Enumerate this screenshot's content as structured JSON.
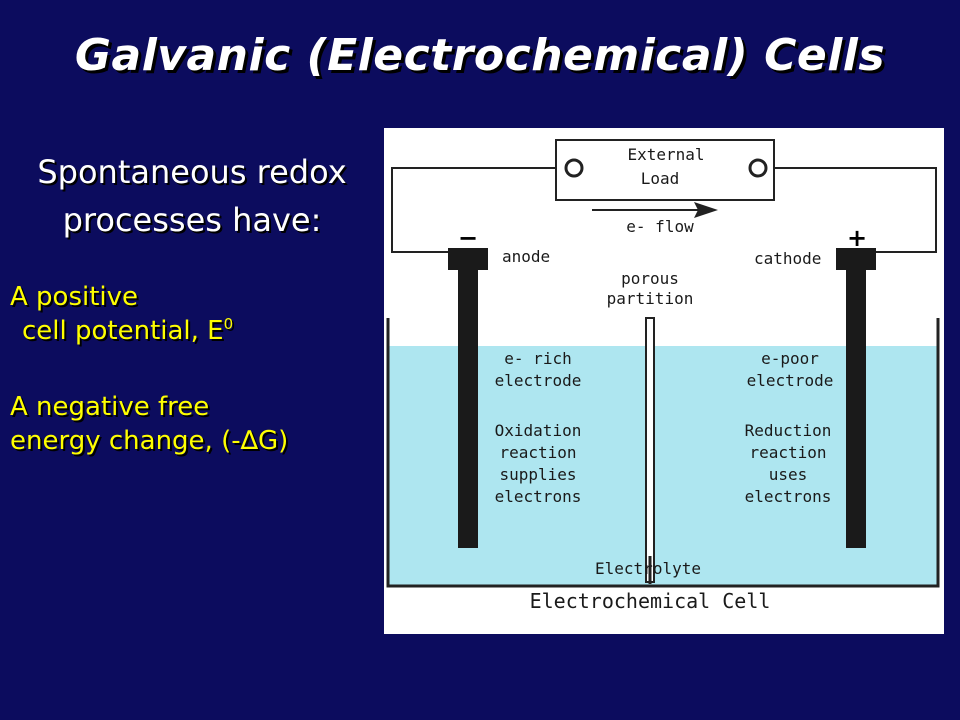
{
  "title": "Galvanic (Electrochemical) Cells",
  "intro": {
    "line1": "Spontaneous redox",
    "line2": "processes have:"
  },
  "points": [
    {
      "line1": "A positive",
      "line2": "cell potential, E",
      "sup": "0"
    },
    {
      "line1": "A negative free",
      "line2": "energy change, (-∆G)"
    }
  ],
  "diagram": {
    "load": [
      "External",
      "Load"
    ],
    "eflow": "e- flow",
    "anode_label": "anode",
    "cathode_label": "cathode",
    "minus": "−",
    "plus": "+",
    "partition": [
      "porous",
      "partition"
    ],
    "anode_text": [
      "e- rich",
      "electrode",
      "",
      "Oxidation",
      "reaction",
      "supplies",
      "electrons"
    ],
    "cathode_text": [
      "e-poor",
      "electrode",
      "",
      "Reduction",
      "reaction",
      "uses",
      "electrons"
    ],
    "electrolyte": "Electrolyte",
    "caption": "Electrochemical Cell",
    "colors": {
      "electrolyte": "#aee6f0",
      "electrode": "#1a1a1a",
      "wire": "#222222"
    }
  }
}
